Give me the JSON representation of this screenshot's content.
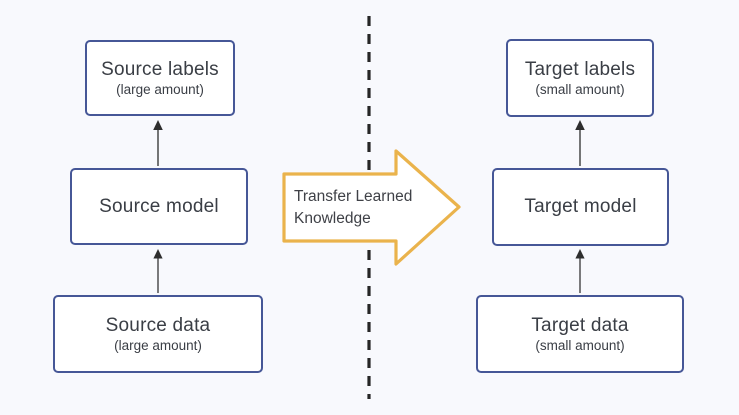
{
  "diagram": {
    "title_hint": "transfer-learning-diagram",
    "colors": {
      "background": "#f8f9fd",
      "box_border": "#465797",
      "box_fill": "#ffffff",
      "text": "#3a3e45",
      "transfer_arrow_outline": "#eab34c",
      "divider_dash": "#262626",
      "connector_arrow": "#2e2e2e"
    },
    "source": {
      "labels": {
        "title": "Source labels",
        "subtitle": "(large amount)"
      },
      "model": {
        "title": "Source model"
      },
      "data": {
        "title": "Source data",
        "subtitle": "(large amount)"
      }
    },
    "target": {
      "labels": {
        "title": "Target labels",
        "subtitle": "(small amount)"
      },
      "model": {
        "title": "Target model"
      },
      "data": {
        "title": "Target data",
        "subtitle": "(small amount)"
      }
    },
    "transfer_arrow": {
      "line1": "Transfer Learned",
      "line2": "Knowledge"
    }
  }
}
